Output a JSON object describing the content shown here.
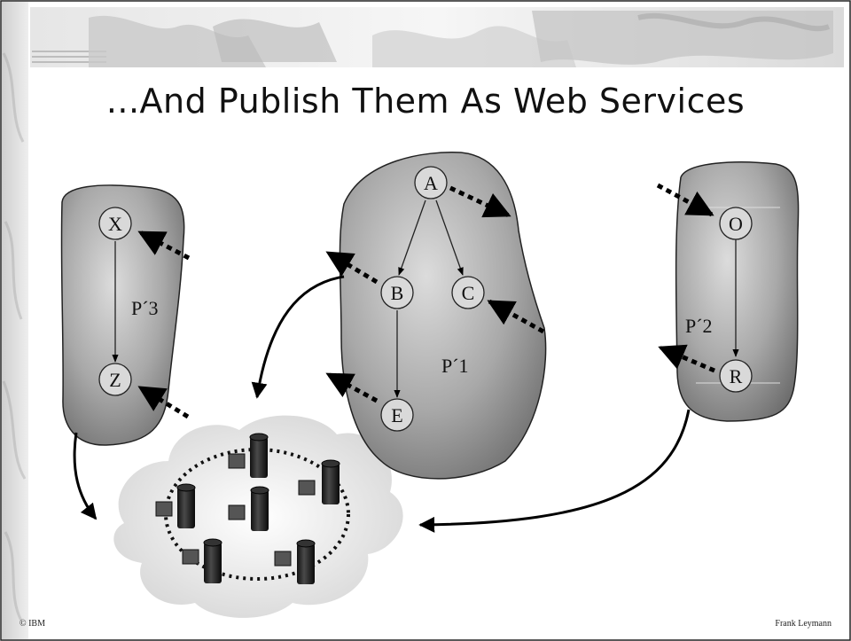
{
  "slide": {
    "title": "...And Publish Them As Web Services",
    "footer_left": "© IBM",
    "footer_right": "Frank Leymann"
  },
  "processes": {
    "p1": {
      "label": "P´1",
      "nodes": [
        "A",
        "B",
        "C",
        "E"
      ]
    },
    "p2": {
      "label": "P´2",
      "nodes": [
        "O",
        "R"
      ]
    },
    "p3": {
      "label": "P´3",
      "nodes": [
        "X",
        "Z"
      ]
    }
  },
  "colors": {
    "blob_light": "#d6d6d6",
    "blob_dark": "#6f6f6f",
    "node_fill": "#d9d9d9",
    "arrow": "#000000",
    "cloud": "#e8e8e8"
  }
}
